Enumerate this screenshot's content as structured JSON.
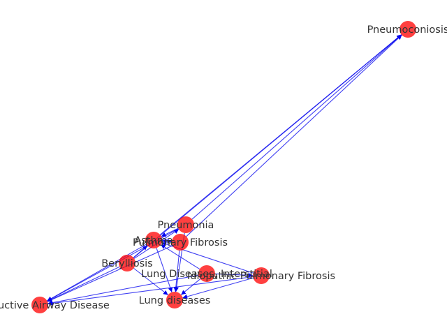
{
  "colors": {
    "node_fill": "#ff0000",
    "edge": "#0000ee",
    "label": "#333333"
  },
  "graph": {
    "nodes": [
      {
        "id": "pneumoconiosis",
        "label": "Pneumoconiosis"
      },
      {
        "id": "pneumonia",
        "label": "Pneumonia"
      },
      {
        "id": "asthma",
        "label": "Asthma"
      },
      {
        "id": "pulmonary-fibrosis",
        "label": "Pulmonary Fibrosis"
      },
      {
        "id": "berylliosis",
        "label": "Berylliosis"
      },
      {
        "id": "lung-diseases-interstitial",
        "label": "Lung Diseases, Interstitial"
      },
      {
        "id": "idiopathic-pulmonary-fibrosis",
        "label": "Idiopathic Pulmonary Fibrosis"
      },
      {
        "id": "obstructive-airway-disease",
        "label": "Obstructive Airway Disease"
      },
      {
        "id": "lung-diseases",
        "label": "Lung diseases"
      }
    ],
    "edges": [
      {
        "from": "pneumonia",
        "to": "pneumoconiosis"
      },
      {
        "from": "asthma",
        "to": "pneumoconiosis"
      },
      {
        "from": "pulmonary-fibrosis",
        "to": "pneumoconiosis"
      },
      {
        "from": "berylliosis",
        "to": "pneumoconiosis"
      },
      {
        "from": "pneumonia",
        "to": "asthma"
      },
      {
        "from": "pulmonary-fibrosis",
        "to": "asthma"
      },
      {
        "from": "berylliosis",
        "to": "asthma"
      },
      {
        "from": "lung-diseases-interstitial",
        "to": "asthma"
      },
      {
        "from": "idiopathic-pulmonary-fibrosis",
        "to": "asthma"
      },
      {
        "from": "berylliosis",
        "to": "pneumonia"
      },
      {
        "from": "asthma",
        "to": "pulmonary-fibrosis"
      },
      {
        "from": "pneumonia",
        "to": "obstructive-airway-disease"
      },
      {
        "from": "asthma",
        "to": "obstructive-airway-disease"
      },
      {
        "from": "pulmonary-fibrosis",
        "to": "obstructive-airway-disease"
      },
      {
        "from": "berylliosis",
        "to": "obstructive-airway-disease"
      },
      {
        "from": "lung-diseases-interstitial",
        "to": "obstructive-airway-disease"
      },
      {
        "from": "idiopathic-pulmonary-fibrosis",
        "to": "obstructive-airway-disease"
      },
      {
        "from": "asthma",
        "to": "lung-diseases"
      },
      {
        "from": "pneumonia",
        "to": "lung-diseases"
      },
      {
        "from": "pulmonary-fibrosis",
        "to": "lung-diseases"
      },
      {
        "from": "berylliosis",
        "to": "lung-diseases"
      },
      {
        "from": "lung-diseases-interstitial",
        "to": "lung-diseases"
      },
      {
        "from": "idiopathic-pulmonary-fibrosis",
        "to": "lung-diseases"
      },
      {
        "from": "lung-diseases-interstitial",
        "to": "idiopathic-pulmonary-fibrosis"
      }
    ]
  }
}
